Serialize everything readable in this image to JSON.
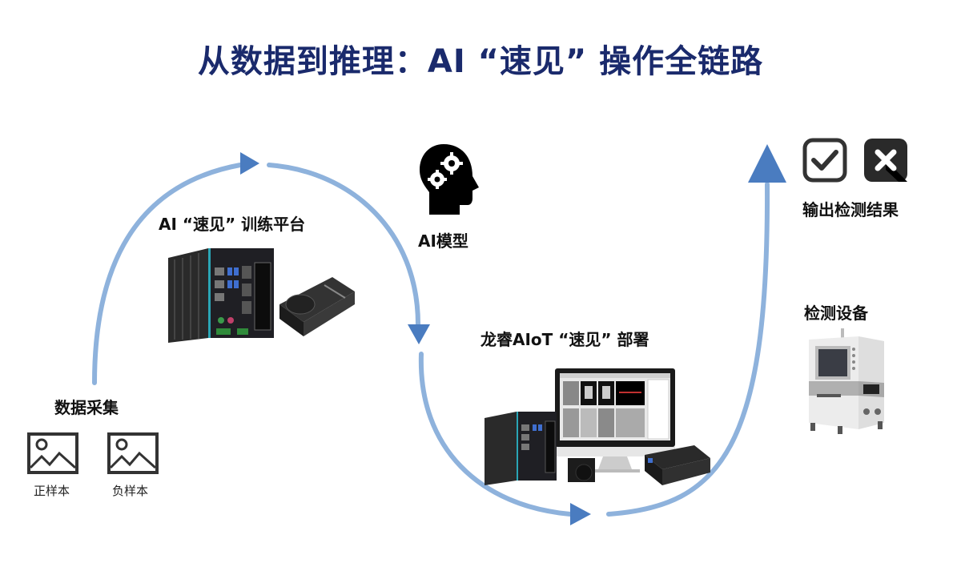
{
  "title": "从数据到推理：AI “速见” 操作全链路",
  "colors": {
    "title": "#1a2a6c",
    "flow_line": "#8eb2dc",
    "arrow_head": "#4a7cc0"
  },
  "stages": {
    "data_collection": {
      "label": "数据采集",
      "samples": [
        {
          "label": "正样本",
          "icon": "image-icon"
        },
        {
          "label": "负样本",
          "icon": "image-icon"
        }
      ]
    },
    "training_platform": {
      "label": "AI “速见” 训练平台",
      "images": [
        "industrial-pc",
        "gpu-card"
      ]
    },
    "ai_model": {
      "label": "AI模型",
      "icon": "head-gears-icon"
    },
    "deployment": {
      "label": "龙睿AIoT “速见” 部署",
      "images": [
        "industrial-pc",
        "monitor-software",
        "camera",
        "edge-box"
      ]
    },
    "inspection_device": {
      "label": "检测设备",
      "image": "inspection-machine"
    },
    "output": {
      "label": "输出检测结果",
      "icons": [
        "check-icon",
        "cross-icon"
      ]
    }
  }
}
